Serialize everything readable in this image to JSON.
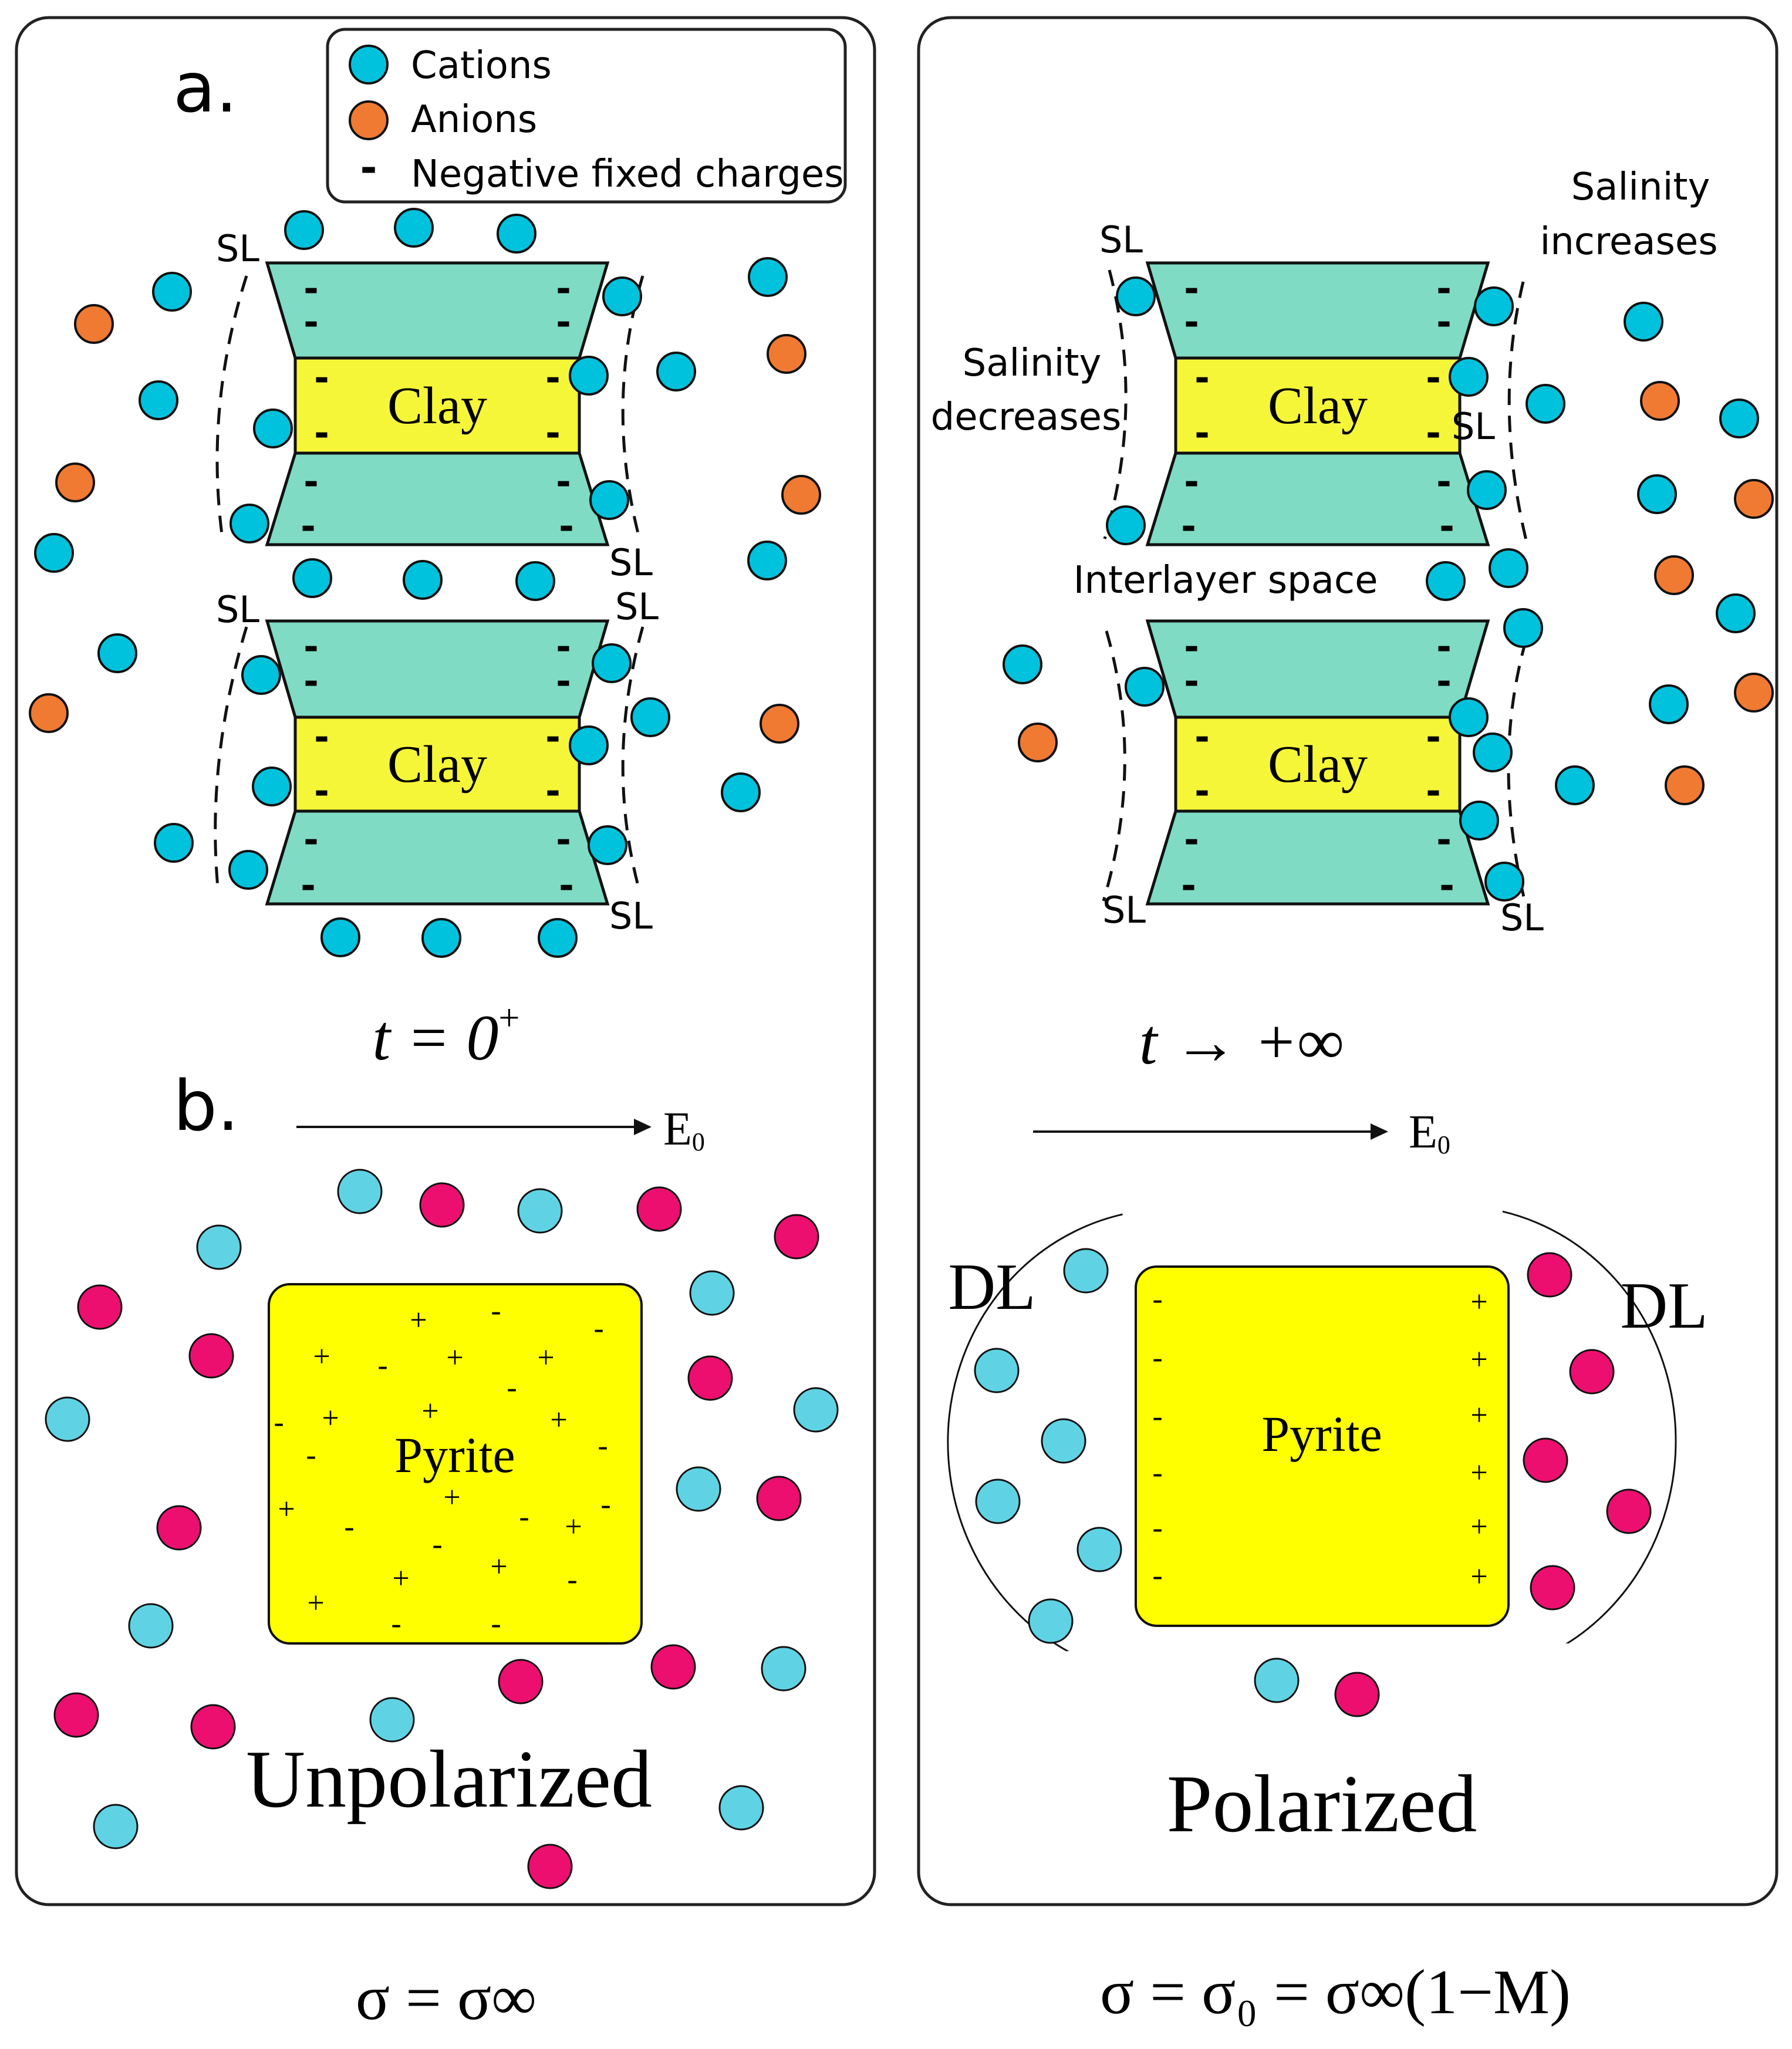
{
  "colors": {
    "cation": "#00c2dc",
    "anion": "#f07a32",
    "clay_edge": "#80dbc4",
    "clay_core": "#f6f639",
    "pyrite": "#ffff00",
    "ion_cyan": "#5fd3e3",
    "ion_magenta": "#ec0f6f",
    "frame": "#222222"
  },
  "legend": {
    "cations": "Cations",
    "anions": "Anions",
    "fixed": "Negative fixed charges"
  },
  "panel_a": {
    "label": "a.",
    "clay_label": "Clay",
    "sl_label": "SL",
    "time_left": "t = 0",
    "time_left_sup": "+",
    "time_right": "t → +∞",
    "salinity_increases": [
      "Salinity",
      "increases"
    ],
    "salinity_decreases": [
      "Salinity",
      "decreases"
    ],
    "interlayer": "Interlayer space"
  },
  "panel_b": {
    "label": "b.",
    "field": "E",
    "field_sub": "0",
    "pyrite": "Pyrite",
    "dl": "DL",
    "unpolarized": "Unpolarized",
    "polarized": "Polarized"
  },
  "equations": {
    "left": "σ = σ∞",
    "right": "σ = σ₀ = σ∞(1−M)"
  }
}
